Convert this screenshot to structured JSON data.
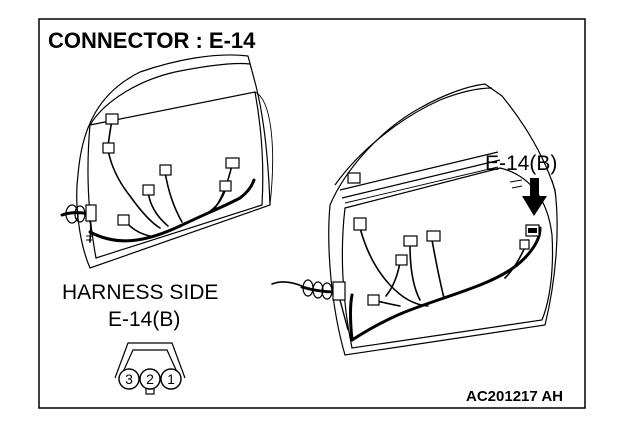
{
  "title": "CONNECTOR : E-14",
  "callout_label": "E-14(B)",
  "harness_side": {
    "line1": "HARNESS SIDE",
    "line2": "E-14(B)"
  },
  "pins": [
    "3",
    "2",
    "1"
  ],
  "figure_code": "AC201217 AH",
  "colors": {
    "line": "#000000",
    "background": "#ffffff"
  }
}
